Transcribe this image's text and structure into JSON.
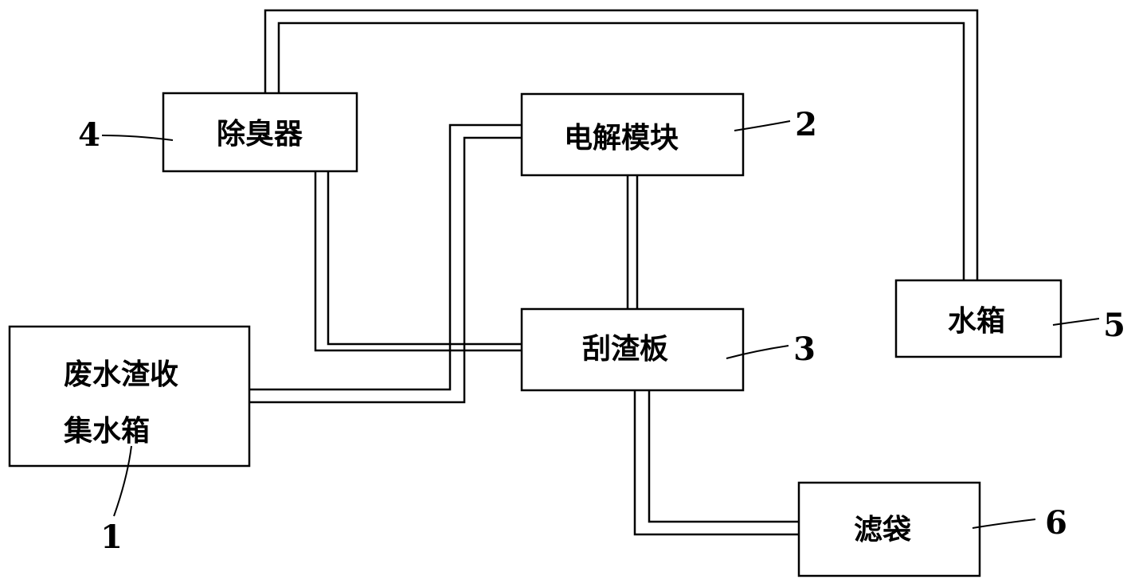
{
  "boxes": {
    "collector_line1": "废水渣收",
    "collector_line2": "集水箱",
    "electrolysis": "电解模块",
    "scraper": "刮渣板",
    "deodorizer": "除臭器",
    "water_tank": "水箱",
    "filter_bag": "滤袋"
  },
  "numbers": {
    "collector": "1",
    "electrolysis": "2",
    "scraper": "3",
    "deodorizer": "4",
    "water_tank": "5",
    "filter_bag": "6"
  }
}
